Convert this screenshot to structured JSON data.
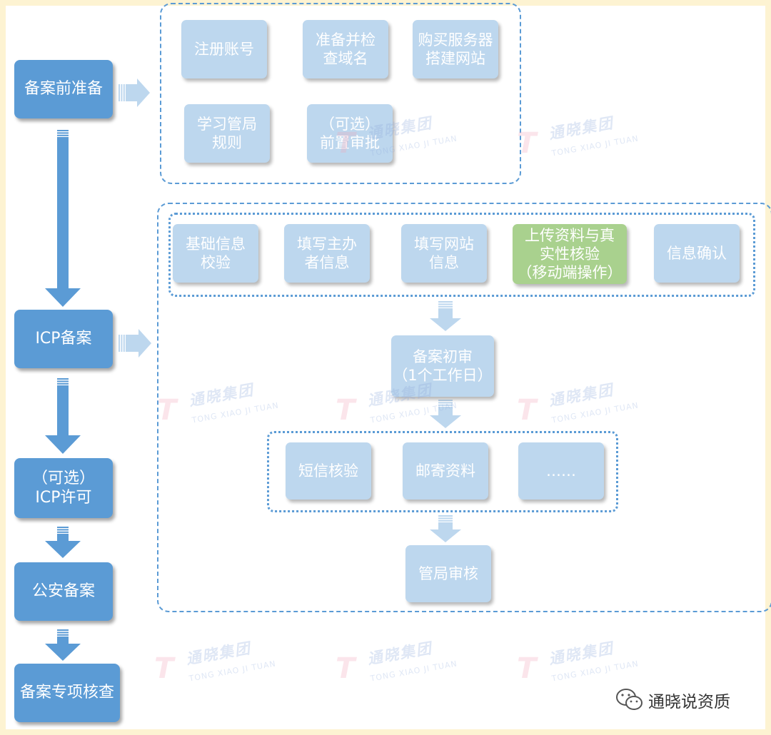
{
  "main_steps": [
    {
      "id": "pre",
      "label": "备案前准备"
    },
    {
      "id": "icp",
      "label": "ICP备案"
    },
    {
      "id": "license",
      "label": "（可选）\nICP许可"
    },
    {
      "id": "police",
      "label": "公安备案"
    },
    {
      "id": "check",
      "label": "备案专项核查"
    }
  ],
  "prep_steps": [
    {
      "label": "注册账号"
    },
    {
      "label": "准备并检\n查域名"
    },
    {
      "label": "购买服务器\n搭建网站"
    },
    {
      "label": "学习管局\n规则"
    },
    {
      "label": "（可选）\n前置审批"
    }
  ],
  "icp_steps": [
    {
      "label": "基础信息\n校验"
    },
    {
      "label": "填写主办\n者信息"
    },
    {
      "label": "填写网站\n信息"
    },
    {
      "label": "上传资料与真\n实性核验\n（移动端操作）"
    },
    {
      "label": "信息确认"
    }
  ],
  "initial_review": {
    "label": "备案初审\n（1个工作日）"
  },
  "verify_steps": [
    {
      "label": "短信核验"
    },
    {
      "label": "邮寄资料"
    },
    {
      "label": "……"
    }
  ],
  "final_review": {
    "label": "管局审核"
  },
  "watermark": {
    "cn": "通晓集团",
    "en": "TONG XIAO JI TUAN"
  },
  "brand": {
    "label": "通晓说资质",
    "icon": "wechat-icon"
  },
  "colors": {
    "main_box": "#5b9bd5",
    "sub_box": "#bdd7ee",
    "highlight_box": "#a9d18e",
    "border_dash": "#5b9bd5",
    "background": "#fdf3d2"
  }
}
